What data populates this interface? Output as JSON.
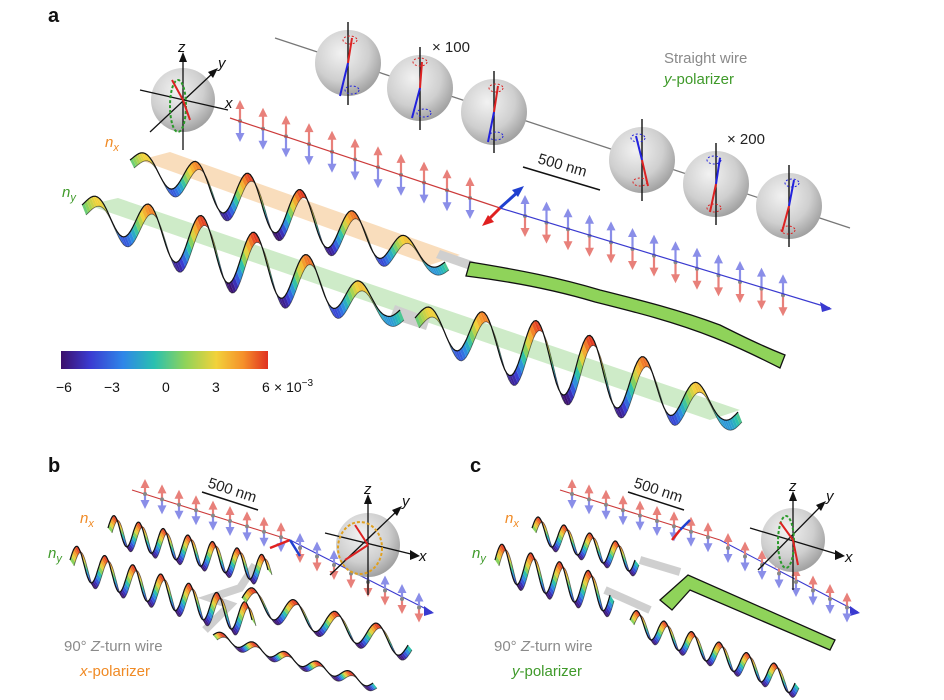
{
  "panels": {
    "a": {
      "label": "a",
      "wire_label": "Straight wire",
      "polarizer_prefix": "y",
      "polarizer_suffix": "-polarizer",
      "scale_bar": "500 nm",
      "mag_1": "× 100",
      "mag_2": "× 200",
      "nx": "n",
      "nx_sub": "x",
      "ny": "n",
      "ny_sub": "y",
      "axis_x": "x",
      "axis_y": "y",
      "axis_z": "z"
    },
    "b": {
      "label": "b",
      "wire_label_1": "90° ",
      "wire_label_2": "Z",
      "wire_label_3": "-turn wire",
      "polarizer_prefix": "x",
      "polarizer_suffix": "-polarizer",
      "scale_bar": "500 nm",
      "nx": "n",
      "nx_sub": "x",
      "ny": "n",
      "ny_sub": "y",
      "axis_x": "x",
      "axis_y": "y",
      "axis_z": "z"
    },
    "c": {
      "label": "c",
      "wire_label_1": "90° ",
      "wire_label_2": "Z",
      "wire_label_3": "-turn wire",
      "polarizer_prefix": "y",
      "polarizer_suffix": "-polarizer",
      "scale_bar": "500 nm",
      "nx": "n",
      "nx_sub": "x",
      "ny": "n",
      "ny_sub": "y",
      "axis_x": "x",
      "axis_y": "y",
      "axis_z": "z"
    }
  },
  "colorbar": {
    "ticks": [
      "−6",
      "−3",
      "0",
      "3",
      "6"
    ],
    "unit": "× 10",
    "exponent": "−3",
    "stops": [
      "#3d0f6b",
      "#3a3bd1",
      "#2f86e8",
      "#29c0b0",
      "#8fd35a",
      "#f2d23a",
      "#f5902a",
      "#e03020"
    ]
  },
  "colors": {
    "red_arrow": "#e8807a",
    "blue_arrow": "#8a8ee8",
    "red_line": "#cc3a3a",
    "blue_line": "#3a3ad0",
    "band_orange": "#f6cfa0",
    "band_green": "#b9e3b0",
    "green_text": "#3f9a2a",
    "orange_text": "#f08a24",
    "gray_text": "#8a8a8a"
  }
}
